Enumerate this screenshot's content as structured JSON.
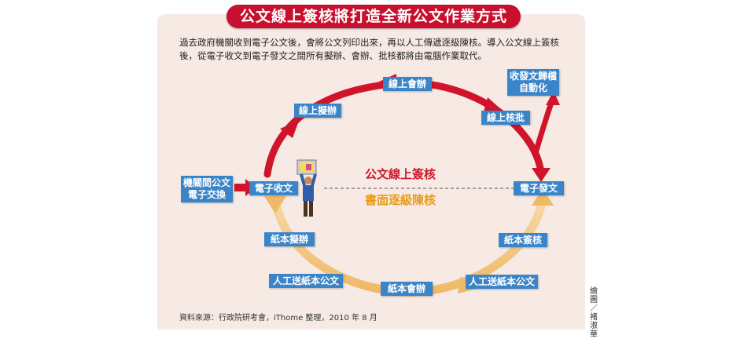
{
  "title": "公文線上簽核將打造全新公文作業方式",
  "intro": "過去政府機關收到電子公文後，會將公文列印出來，再以人工傳遞逐級陳核。導入公文線上簽核後，從電子收文到電子發文之間所有擬辦、會辦、批核都將由電腦作業取代。",
  "nodes": {
    "inter_agency": "機關間公文電子交換",
    "e_receive": "電子收文",
    "online_draft": "線上擬辦",
    "online_cosign": "線上會辦",
    "online_approve": "線上核批",
    "archive_auto": "收發文歸檔自動化",
    "e_dispatch": "電子發文",
    "paper_sign": "紙本簽核",
    "manual_send_right": "人工送紙本公文",
    "paper_cosign": "紙本會辦",
    "manual_send_left": "人工送紙本公文",
    "paper_draft": "紙本擬辦"
  },
  "labels": {
    "online": "公文線上簽核",
    "paper": "書面逐級陳核"
  },
  "source": "資料來源：行政院研考會，iThome 整理，2010 年 8 月",
  "credit": "繪圖／褚淑華",
  "colors": {
    "banner": "#c8102e",
    "online_arrow": "#d0152b",
    "paper_arrow": "#f1c27e",
    "box": "#3a84c8",
    "panel": "#f7e9e3"
  },
  "icons": [
    "person-icon",
    "document-icon"
  ]
}
